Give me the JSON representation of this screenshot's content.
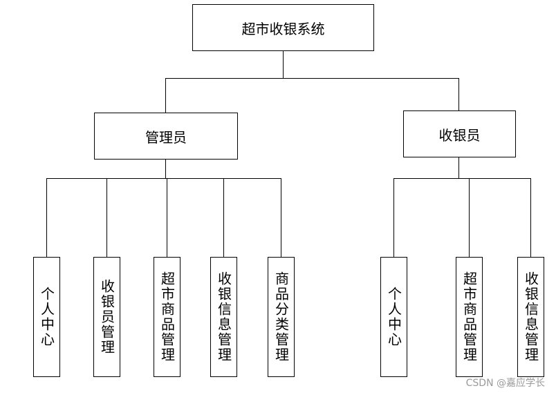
{
  "root": {
    "label": "超市收银系统"
  },
  "branches": [
    {
      "label": "管理员",
      "children": [
        "个人中心",
        "收银员管理",
        "超市商品管理",
        "收银信息管理",
        "商品分类管理"
      ]
    },
    {
      "label": "收银员",
      "children": [
        "个人中心",
        "超市商品管理",
        "收银信息管理"
      ]
    }
  ],
  "watermark": "CSDN @嘉应学长"
}
